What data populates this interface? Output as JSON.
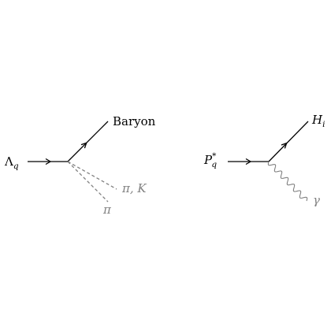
{
  "diagram_left": {
    "incoming_label": {
      "symbol": "Λ",
      "subscript": "q"
    },
    "outgoing_label": "Baryon",
    "meson_label_upper": {
      "symbol": "π",
      "rest": ", K"
    },
    "meson_label_lower": "π"
  },
  "diagram_right": {
    "incoming_label": {
      "symbol": "P",
      "superscript": "*",
      "subscript": "q"
    },
    "outgoing_label": {
      "symbol": "H",
      "subscript": "i"
    },
    "photon_label": "γ"
  },
  "colors": {
    "fermion_line": "#000000",
    "meson_line": "#808080",
    "photon_line": "#808080",
    "meson_text": "#808080"
  }
}
